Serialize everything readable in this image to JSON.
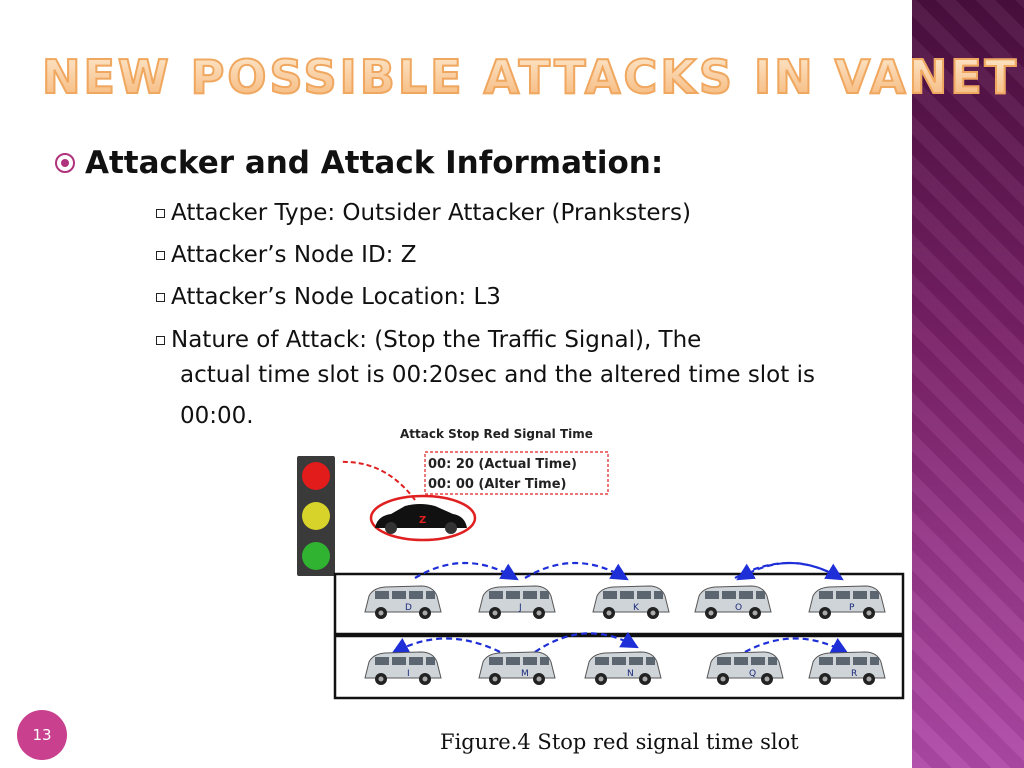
{
  "slide": {
    "title": "NEW POSSIBLE ATTACKS IN VANET",
    "bullet_heading": "Attacker and Attack Information:",
    "sub_bullets": [
      "Attacker Type: Outsider Attacker (Pranksters)",
      "Attacker’s Node ID: Z",
      "Attacker’s Node Location: L3",
      "Nature of Attack: (Stop the Traffic Signal), The"
    ],
    "continuation_line1": "actual time slot is 00:20sec and the altered time slot  is",
    "continuation_line2": "00:00.",
    "page_number": "13"
  },
  "figure": {
    "header": "Attack Stop Red Signal Time",
    "actual_time": "00: 20 (Actual Time)",
    "alter_time": "00: 00 (Alter Time)",
    "attacker_label": "Z",
    "top_lane_vehicles": [
      "D",
      "J",
      "K",
      "O",
      "P"
    ],
    "bottom_lane_vehicles": [
      "I",
      "M",
      "N",
      "Q",
      "R"
    ],
    "caption": "Figure.4 Stop red signal time slot"
  },
  "colors": {
    "accent": "#c8408e",
    "title": "#f5b576",
    "band_top": "#4a0f3e",
    "band_bottom": "#b04aa8"
  }
}
